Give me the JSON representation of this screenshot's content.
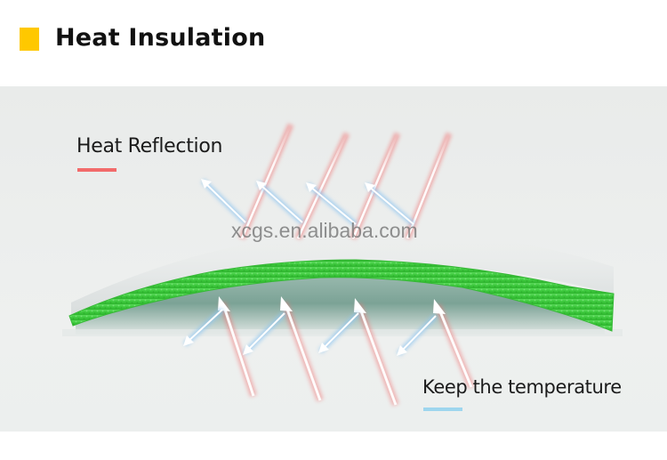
{
  "header": {
    "title": "Heat Insulation",
    "marker_icon": "yellow-square-icon",
    "marker_color": "#FFC800"
  },
  "figure": {
    "top_label": "Heat Reflection",
    "top_label_underline_color": "#F26B6B",
    "bottom_label": "Keep the temperature",
    "bottom_label_underline_color": "#9ED6EE",
    "watermark": "xcgs.en.alibaba.com",
    "material_color": "#3CC83C",
    "incoming_arrow_color": "#F28C8C",
    "reflected_arrow_color": "#A8D4F2",
    "top_arrows": [
      {
        "name": "heat-ray-1"
      },
      {
        "name": "heat-ray-2"
      },
      {
        "name": "heat-ray-3"
      },
      {
        "name": "heat-ray-4"
      }
    ],
    "bottom_arrows": [
      {
        "name": "retained-heat-1"
      },
      {
        "name": "retained-heat-2"
      },
      {
        "name": "retained-heat-3"
      },
      {
        "name": "retained-heat-4"
      }
    ]
  }
}
